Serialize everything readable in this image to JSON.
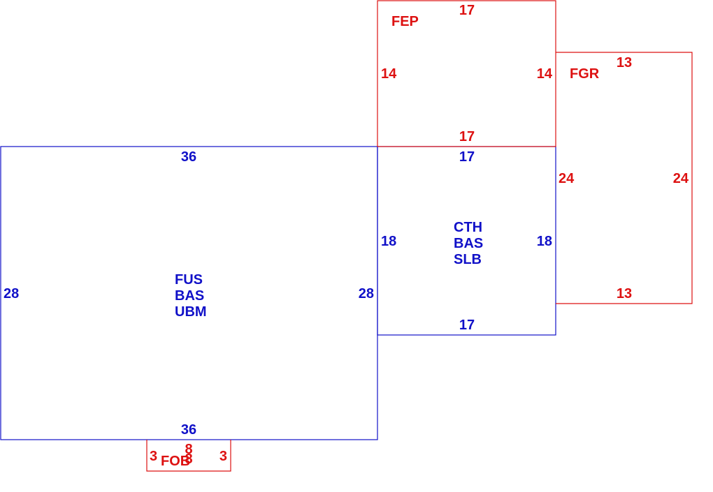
{
  "colors": {
    "main": "#1010c8",
    "addition": "#dd1111"
  },
  "areas": {
    "fus": {
      "codes": [
        "FUS",
        "BAS",
        "UBM"
      ],
      "dims": {
        "top": "36",
        "bottom": "36",
        "left": "28",
        "right": "28"
      }
    },
    "cth": {
      "codes": [
        "CTH",
        "BAS",
        "SLB"
      ],
      "dims": {
        "top": "17",
        "bottom": "17",
        "left": "18",
        "right": "18"
      }
    },
    "fep": {
      "code": "FEP",
      "dims": {
        "top": "17",
        "bottom": "17",
        "left": "14",
        "right": "14"
      }
    },
    "fgr": {
      "code": "FGR",
      "dims": {
        "top": "13",
        "bottom": "13",
        "left": "24",
        "right": "24"
      }
    },
    "fob": {
      "code": "FOB",
      "dims": {
        "top": "8",
        "inner": "8",
        "left": "3",
        "right": "3"
      }
    }
  }
}
